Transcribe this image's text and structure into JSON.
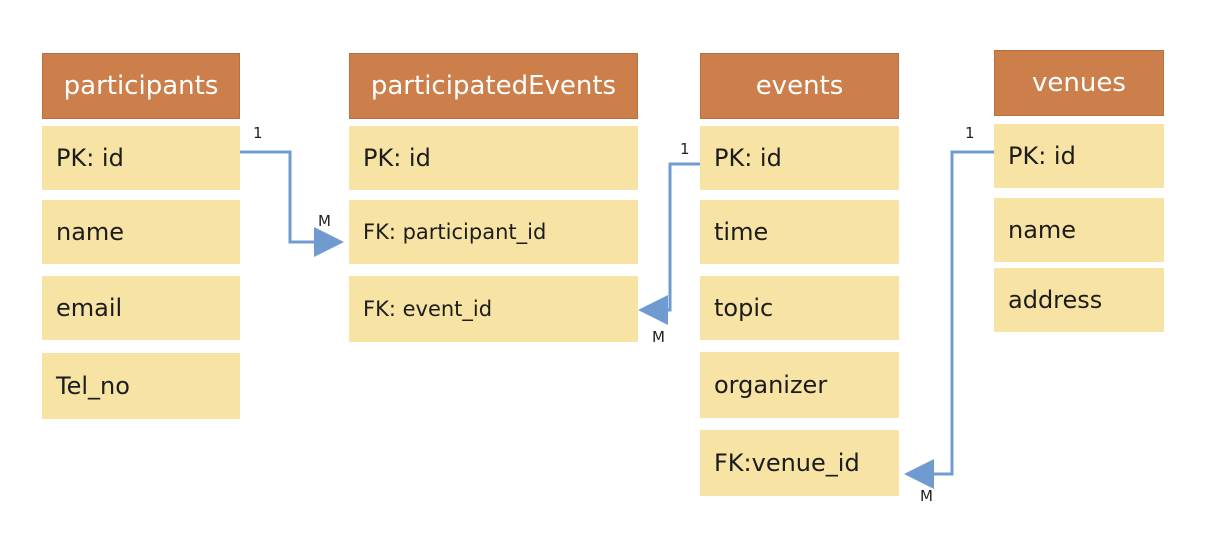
{
  "tables": {
    "participants": {
      "title": "participants",
      "fields": [
        "PK: id",
        "name",
        "email",
        "Tel_no"
      ]
    },
    "participatedEvents": {
      "title": "participatedEvents",
      "fields": [
        "PK: id",
        "FK: participant_id",
        "FK: event_id"
      ]
    },
    "events": {
      "title": "events",
      "fields": [
        "PK: id",
        "time",
        "topic",
        "organizer",
        "FK:venue_id"
      ]
    },
    "venues": {
      "title": "venues",
      "fields": [
        "PK: id",
        "name",
        "address"
      ]
    }
  },
  "relations": [
    {
      "from": "participants.PK: id",
      "to": "participatedEvents.FK: participant_id",
      "one": "1",
      "many": "M"
    },
    {
      "from": "events.PK: id",
      "to": "participatedEvents.FK: event_id",
      "one": "1",
      "many": "M"
    },
    {
      "from": "venues.PK: id",
      "to": "events.FK:venue_id",
      "one": "1",
      "many": "M"
    }
  ],
  "colors": {
    "header": "#cc7f4a",
    "field": "#f7e3a3",
    "connector": "#6f9bd1"
  }
}
